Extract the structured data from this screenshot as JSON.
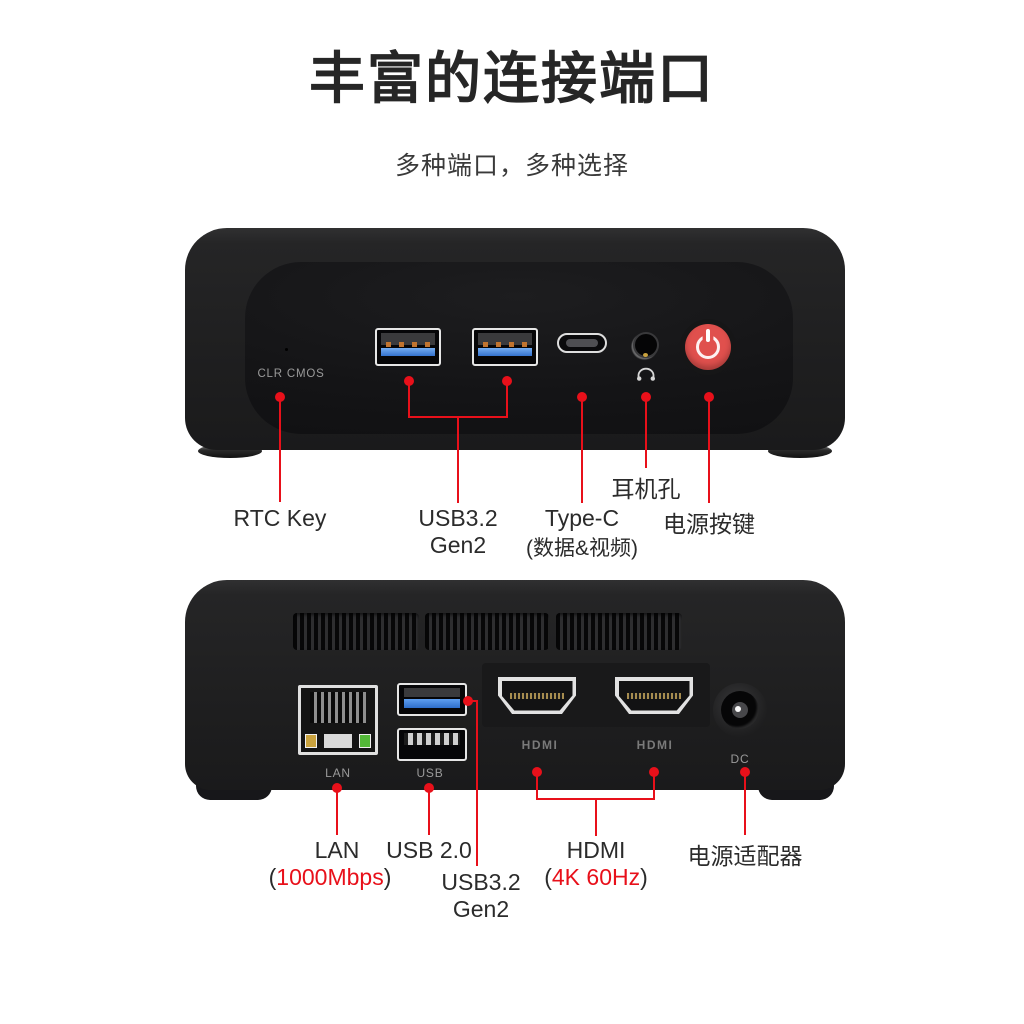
{
  "header": {
    "title": "丰富的连接端口",
    "subtitle": "多种端口，多种选择"
  },
  "colors": {
    "callout_red": "#e8101a",
    "accent_text_red": "#e8101a",
    "power_button_red": "#e0504d",
    "usb3_blue": "#3f86e8",
    "lan_led_amber": "#c9a23e",
    "lan_led_green": "#53b838",
    "device_black": "#1f1f20"
  },
  "front_view": {
    "panel_text": {
      "clr_cmos": "CLR CMOS"
    },
    "callouts": {
      "rtc_key": {
        "label": "RTC Key"
      },
      "usb32": {
        "line1": "USB3.2",
        "line2": "Gen2"
      },
      "type_c": {
        "line1": "Type-C",
        "line2": "(数据&视频)"
      },
      "headphone": {
        "label": "耳机孔"
      },
      "power": {
        "label": "电源按键"
      }
    }
  },
  "rear_view": {
    "panel_text": {
      "lan": "LAN",
      "usb": "USB",
      "hdmi_logo": "HDMI",
      "dc": "DC"
    },
    "callouts": {
      "lan": {
        "label": "LAN",
        "paren_open": "(",
        "value": "1000Mbps",
        "paren_close": ")"
      },
      "usb20": {
        "label": "USB 2.0"
      },
      "usb32": {
        "line1": "USB3.2",
        "line2": "Gen2"
      },
      "hdmi": {
        "label": "HDMI",
        "paren_open": "(",
        "value": "4K 60Hz",
        "paren_close": ")"
      },
      "adapter": {
        "label": "电源适配器"
      }
    }
  }
}
